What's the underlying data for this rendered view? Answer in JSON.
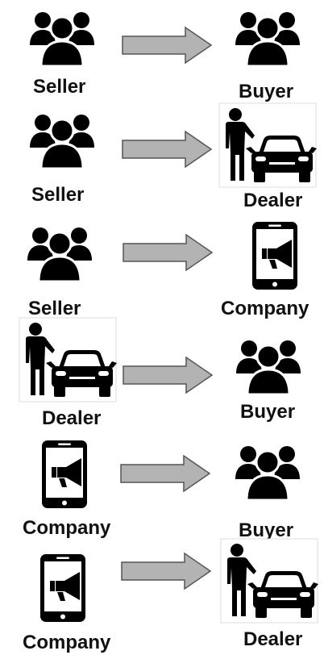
{
  "colors": {
    "icon": "#000000",
    "arrow_fill": "#b3b3b3",
    "arrow_stroke": "#555555",
    "text": "#111111"
  },
  "rows": [
    {
      "from": {
        "label": "Seller",
        "icon": "people-group-icon"
      },
      "to": {
        "label": "Buyer",
        "icon": "people-group-icon"
      }
    },
    {
      "from": {
        "label": "Seller",
        "icon": "people-group-icon"
      },
      "to": {
        "label": "Dealer",
        "icon": "car-dealer-icon"
      }
    },
    {
      "from": {
        "label": "Seller",
        "icon": "people-group-icon"
      },
      "to": {
        "label": "Company",
        "icon": "phone-megaphone-icon"
      }
    },
    {
      "from": {
        "label": "Dealer",
        "icon": "car-dealer-icon"
      },
      "to": {
        "label": "Buyer",
        "icon": "people-group-icon"
      }
    },
    {
      "from": {
        "label": "Company",
        "icon": "phone-megaphone-icon"
      },
      "to": {
        "label": "Buyer",
        "icon": "people-group-icon"
      }
    },
    {
      "from": {
        "label": "Company",
        "icon": "phone-megaphone-icon"
      },
      "to": {
        "label": "Dealer",
        "icon": "car-dealer-icon"
      }
    }
  ]
}
